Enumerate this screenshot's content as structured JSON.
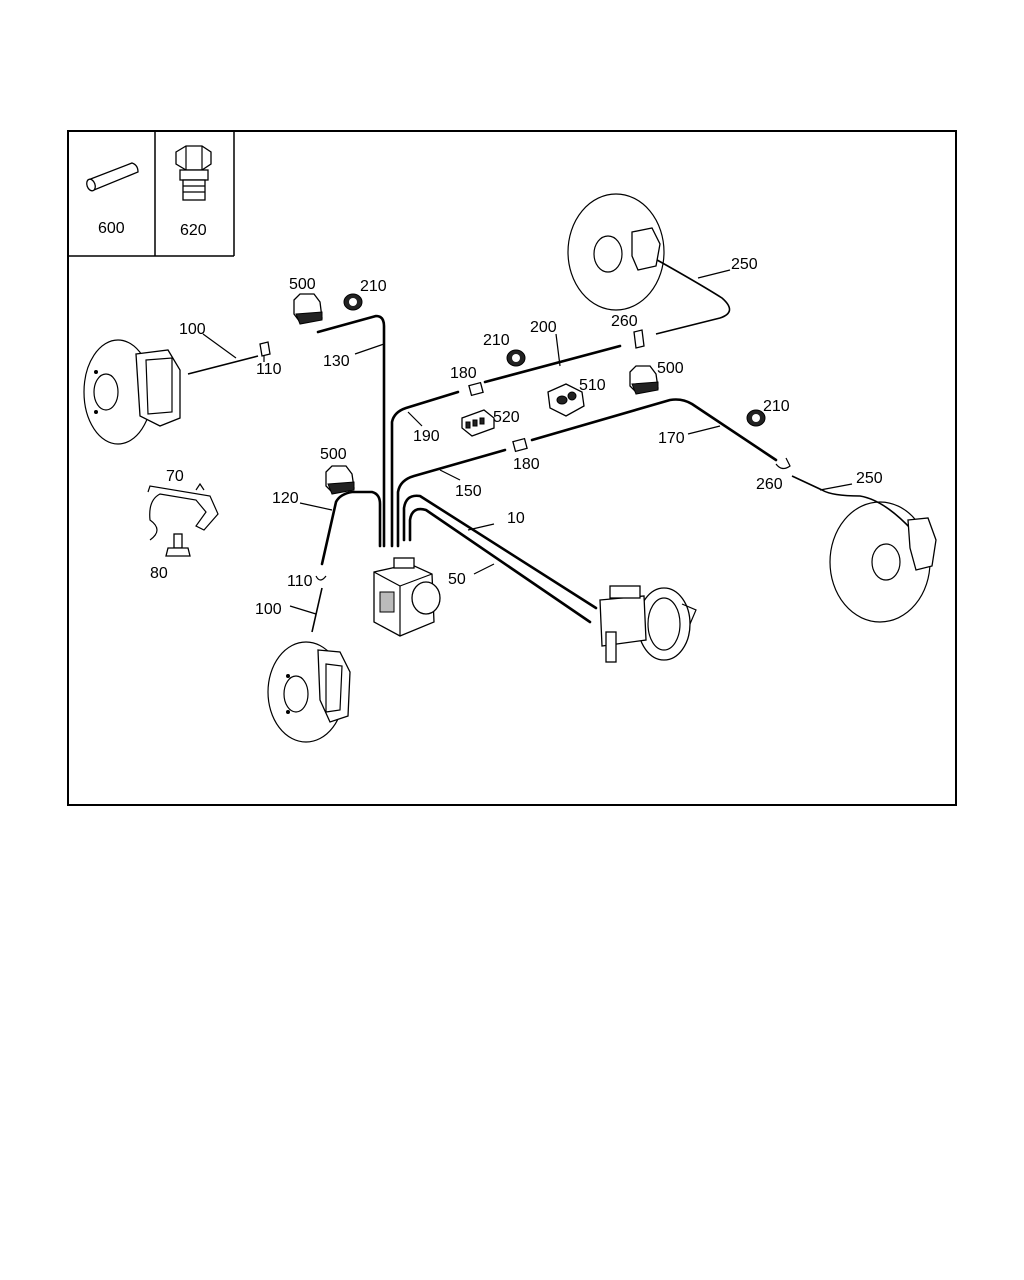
{
  "inset_parts": [
    "600",
    "620"
  ],
  "callouts": {
    "c500a": "500",
    "c210a": "210",
    "c100a": "100",
    "c110a": "110",
    "c130": "130",
    "c70": "70",
    "c80": "80",
    "c500b": "500",
    "c120": "120",
    "c110b": "110",
    "c100b": "100",
    "c210b": "210",
    "c200": "200",
    "c260a": "260",
    "c250a": "250",
    "c180a": "180",
    "c190": "190",
    "c520": "520",
    "c510": "510",
    "c500c": "500",
    "c210c": "210",
    "c170": "170",
    "c180b": "180",
    "c150": "150",
    "c10": "10",
    "c50": "50",
    "c260b": "260",
    "c250b": "250"
  }
}
